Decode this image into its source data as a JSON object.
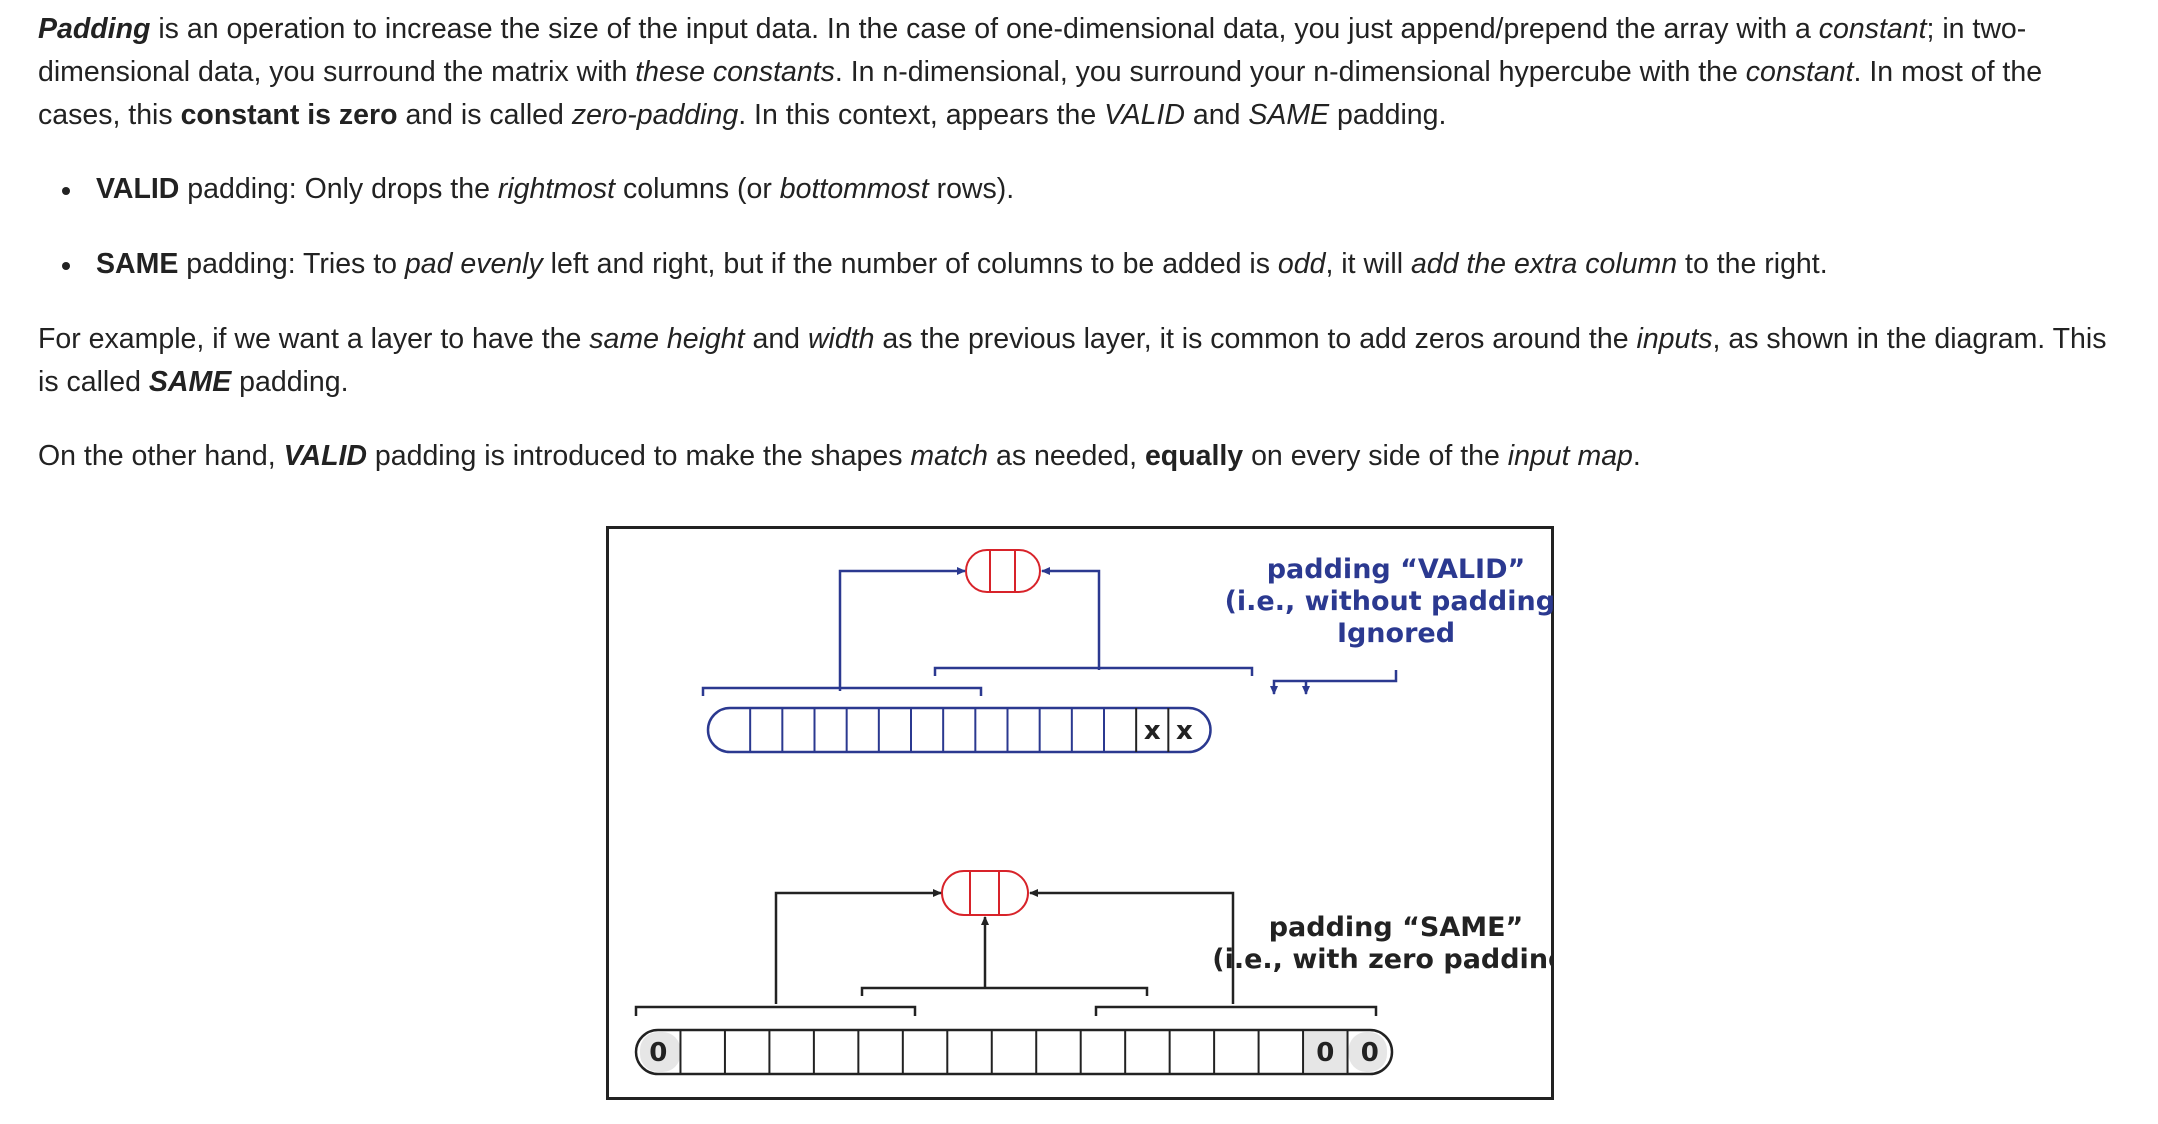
{
  "paragraph1": {
    "t1": "Padding",
    "t2": " is an operation to increase the size of the input data. In the case of one-dimensional data, you just append/prepend the array with a ",
    "t3": "constant",
    "t4": "; in two-dimensional data, you surround the matrix with ",
    "t5": "these constants",
    "t6": ". In n-dimensional, you surround your n-dimensional hypercube with the ",
    "t7": "constant",
    "t8": ". In most of the cases, this ",
    "t9": "constant is zero",
    "t10": " and is called ",
    "t11": "zero-padding",
    "t12": ". In this context, appears the ",
    "t13": "VALID",
    "t14": " and ",
    "t15": "SAME",
    "t16": " padding."
  },
  "bullets": [
    {
      "t1": "VALID",
      "t2": " padding: Only drops the ",
      "t3": "rightmost",
      "t4": " columns (or ",
      "t5": "bottommost",
      "t6": " rows)."
    },
    {
      "t1": "SAME",
      "t2": " padding: Tries to ",
      "t3": "pad evenly",
      "t4": " left and right, but if the number of columns to be added is ",
      "t5": "odd",
      "t6": ", it will ",
      "t7": "add the extra column",
      "t8": " to the right."
    }
  ],
  "paragraph2": {
    "t1": "For example, if we want a layer to have the ",
    "t2": "same height",
    "t3": " and ",
    "t4": "width",
    "t5": " as the previous layer, it is common to add zeros around the ",
    "t6": "inputs",
    "t7": ", as shown in the diagram. This is called ",
    "t8": "SAME",
    "t9": " padding."
  },
  "paragraph3": {
    "t1": "On the other hand, ",
    "t2": "VALID",
    "t3": " padding is introduced to make the shapes ",
    "t4": "match",
    "t5": " as needed, ",
    "t6": "equally",
    "t7": " on every side of the ",
    "t8": "input map",
    "t9": "."
  },
  "diagram": {
    "valid_label_line1": "padding “VALID”",
    "valid_label_line2": "(i.e., without padding)",
    "valid_label_line3": "Ignored",
    "ignored_cell": "x",
    "same_label_line1": "padding “SAME”",
    "same_label_line2": "(i.e., with zero padding)",
    "zero_cell": "0",
    "colors": {
      "valid_ink": "#2b3990",
      "filter_red": "#d8232a",
      "line": "#222222",
      "cell_grey": "#e6e6e6"
    }
  }
}
